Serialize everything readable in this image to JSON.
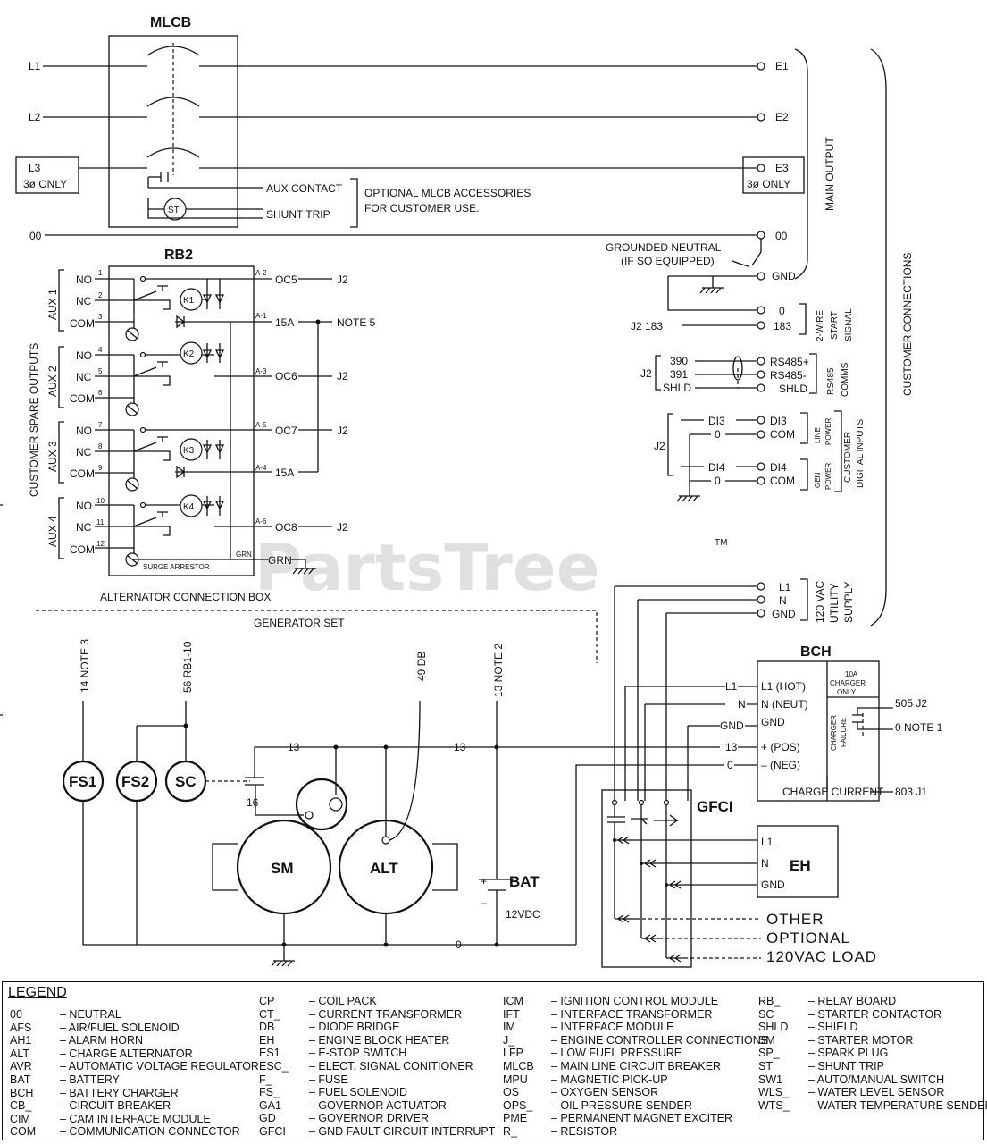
{
  "components": {
    "mlcb": "MLCB",
    "rb2": "RB2",
    "bch": "BCH",
    "gfci": "GFCI",
    "eh": "EH",
    "fs1": "FS1",
    "fs2": "FS2",
    "sc": "SC",
    "sm": "SM",
    "alt": "ALT",
    "bat": "BAT",
    "st": "ST",
    "k1": "K1",
    "k2": "K2",
    "k3": "K3",
    "k4": "K4"
  },
  "mlcb": {
    "lines": [
      "L1",
      "L2",
      "L3"
    ],
    "l3_note": "3ø ONLY",
    "outputs": [
      "E1",
      "E2",
      "E3"
    ],
    "e3_note": "3ø ONLY",
    "aux_contact": "AUX CONTACT",
    "shunt_trip": "SHUNT TRIP",
    "accessories_1": "OPTIONAL MLCB ACCESSORIES",
    "accessories_2": "FOR CUSTOMER USE.",
    "neutral": "00",
    "neutral_out": "00"
  },
  "labels": {
    "main_output": "MAIN OUTPUT",
    "customer_connections": "CUSTOMER CONNECTIONS",
    "grounded_neutral_1": "GROUNDED NEUTRAL",
    "grounded_neutral_2": "(IF SO EQUIPPED)",
    "gnd": "GND",
    "two_wire_1": "2-WIRE",
    "two_wire_2": "START",
    "two_wire_3": "SIGNAL",
    "start_0": "0",
    "start_183": "183",
    "j2_183": "J2 183",
    "rs485_1": "RS485",
    "rs485_2": "COMMS",
    "j2": "J2",
    "w390": "390",
    "w391": "391",
    "shld": "SHLD",
    "rs485p": "RS485+",
    "rs485m": "RS485-",
    "di3": "DI3",
    "di4": "DI4",
    "zero": "0",
    "com": "COM",
    "line_power_1": "LINE",
    "line_power_2": "POWER",
    "gen_power_1": "GEN",
    "gen_power_2": "POWER",
    "customer_di_1": "CUSTOMER",
    "customer_di_2": "DIGITAL INPUTS",
    "utility_1": "120 VAC",
    "utility_2": "UTILITY",
    "utility_3": "SUPPLY",
    "l1": "L1",
    "n": "N",
    "alternator_box": "ALTERNATOR CONNECTION BOX",
    "generator_set": "GENERATOR SET",
    "customer_spare": "CUSTOMER SPARE OUTPUTS",
    "surge": "SURGE ARRESTOR",
    "grn": "GRN",
    "note5": "NOTE 5",
    "w14": "14 NOTE 3",
    "w56": "56 RB1-10",
    "w49": "49 DB",
    "w13n": "13 NOTE 2",
    "w13": "13",
    "w16": "16",
    "w0": "0",
    "v12": "12VDC",
    "bch_l1": "L1 (HOT)",
    "bch_n": "N (NEUT)",
    "bch_gnd": "GND",
    "bch_pos": "+ (POS)",
    "bch_neg": "– (NEG)",
    "charger_10a_1": "10A",
    "charger_10a_2": "CHARGER",
    "charger_10a_3": "ONLY",
    "charger_fail_1": "CHARGER",
    "charger_fail_2": "FAILURE",
    "charge_current": "CHARGE CURRENT",
    "w505": "505 J2",
    "wnote1": "0 NOTE 1",
    "w803": "803 J1",
    "other": "OTHER",
    "optional": "OPTIONAL",
    "load120": "120VAC LOAD",
    "eh_l1": "L1",
    "eh_n": "N",
    "eh_gnd": "GND",
    "wire_l1": "L1",
    "wire_n": "N",
    "wire_gnd": "GND",
    "wire_13": "13",
    "wire_0": "0",
    "tm": "TM",
    "watermark": "PartsTree"
  },
  "rb2": {
    "aux": [
      "AUX 1",
      "AUX 2",
      "AUX 3",
      "AUX 4"
    ],
    "terms": [
      "NO",
      "NC",
      "COM",
      "NO",
      "NC",
      "COM",
      "NO",
      "NC",
      "COM",
      "NO",
      "NC",
      "COM"
    ],
    "nums": [
      "1",
      "2",
      "3",
      "4",
      "5",
      "6",
      "7",
      "8",
      "9",
      "10",
      "11",
      "12"
    ],
    "pins": [
      "A-2",
      "A-1",
      "A-3",
      "A-5",
      "A-4",
      "A-6"
    ],
    "outs": [
      "OC5",
      "15A",
      "OC6",
      "OC7",
      "15A",
      "OC8"
    ],
    "dest": [
      "J2",
      "NOTE 5",
      "J2",
      "J2",
      "",
      "J2"
    ]
  },
  "legend": {
    "title": "LEGEND",
    "col1": [
      [
        "00",
        "–  NEUTRAL"
      ],
      [
        "AFS",
        "–  AIR/FUEL SOLENOID"
      ],
      [
        "AH1",
        "–  ALARM HORN"
      ],
      [
        "ALT",
        "–  CHARGE ALTERNATOR"
      ],
      [
        "AVR",
        "–  AUTOMATIC VOLTAGE REGULATOR"
      ],
      [
        "BAT",
        "–  BATTERY"
      ],
      [
        "BCH",
        "–  BATTERY CHARGER"
      ],
      [
        "CB_",
        "–  CIRCUIT BREAKER"
      ],
      [
        "CIM",
        "–  CAM INTERFACE MODULE"
      ],
      [
        "COM",
        "–  COMMUNICATION CONNECTOR"
      ]
    ],
    "col2": [
      [
        "CP",
        "–  COIL PACK"
      ],
      [
        "CT_",
        "–  CURRENT TRANSFORMER"
      ],
      [
        "DB",
        "–  DIODE BRIDGE"
      ],
      [
        "EH",
        "–  ENGINE BLOCK HEATER"
      ],
      [
        "ES1",
        "–  E-STOP SWITCH"
      ],
      [
        "ESC_",
        "–  ELECT. SIGNAL CONITIONER"
      ],
      [
        "F_",
        "–  FUSE"
      ],
      [
        "FS_",
        "–  FUEL SOLENOID"
      ],
      [
        "GA1",
        "–  GOVERNOR ACTUATOR"
      ],
      [
        "GD",
        "–  GOVERNOR DRIVER"
      ],
      [
        "GFCI",
        "–  GND FAULT CIRCUIT INTERRUPT"
      ]
    ],
    "col3": [
      [
        "ICM",
        "–  IGNITION CONTROL MODULE"
      ],
      [
        "IFT",
        "–  INTERFACE TRANSFORMER"
      ],
      [
        "IM",
        "–  INTERFACE MODULE"
      ],
      [
        "J_",
        "–  ENGINE CONTROLLER CONNECTIONS"
      ],
      [
        "LFP",
        "–  LOW FUEL PRESSURE"
      ],
      [
        "MLCB",
        "–  MAIN LINE CIRCUIT BREAKER"
      ],
      [
        "MPU",
        "–  MAGNETIC PICK-UP"
      ],
      [
        "OS",
        "–  OXYGEN SENSOR"
      ],
      [
        "OPS_",
        "–  OIL PRESSURE SENDER"
      ],
      [
        "PME",
        "–  PERMANENT MAGNET EXCITER"
      ],
      [
        "R_",
        "–  RESISTOR"
      ]
    ],
    "col4": [
      [
        "RB_",
        "–  RELAY BOARD"
      ],
      [
        "SC",
        "–  STARTER CONTACTOR"
      ],
      [
        "SHLD",
        "–  SHIELD"
      ],
      [
        "SM",
        "–  STARTER MOTOR"
      ],
      [
        "SP_",
        "–  SPARK PLUG"
      ],
      [
        "ST",
        "–  SHUNT TRIP"
      ],
      [
        "SW1",
        "–  AUTO/MANUAL SWITCH"
      ],
      [
        "WLS_",
        "–  WATER LEVEL SENSOR"
      ],
      [
        "WTS_",
        "–  WATER TEMPERATURE SENDER"
      ]
    ]
  }
}
